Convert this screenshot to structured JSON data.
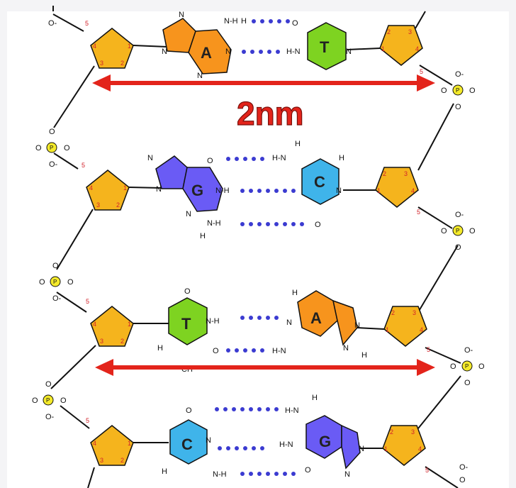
{
  "diagram": {
    "scale_label": "2nm",
    "atoms": {
      "phosphorus": "P",
      "oxygen": "O",
      "oxygen_minus": "O-",
      "nitrogen": "N",
      "hydrogen": "H",
      "nh": "N-H",
      "hn": "H-N",
      "ch": "CH"
    },
    "carbon_numbers": {
      "c1": "1",
      "c2": "2",
      "c3": "3",
      "c4": "4",
      "c5": "5"
    },
    "colors": {
      "adenine": "#f7941d",
      "thymine": "#7ed321",
      "guanine": "#6a5bf5",
      "cytosine": "#3fb4ea",
      "sugar": "#f5b41d",
      "phosphate": "#f4ea2a",
      "hbond": "#3b3bd1",
      "arrow": "#e3241b"
    },
    "pairs": [
      {
        "left": "A",
        "right": "T"
      },
      {
        "left": "G",
        "right": "C"
      },
      {
        "left": "T",
        "right": "A"
      },
      {
        "left": "C",
        "right": "G"
      }
    ]
  }
}
